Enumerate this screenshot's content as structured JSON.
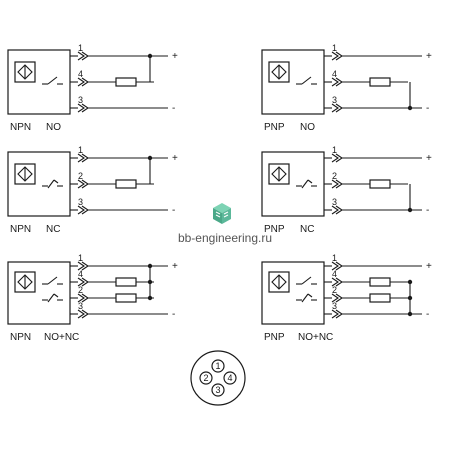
{
  "colors": {
    "ink": "#1a1a1a",
    "watermark_text": "#555555",
    "watermark_logo": "#5bb89a"
  },
  "watermark": {
    "text": "bb-engineering.ru",
    "icon": "cube-logo-icon"
  },
  "symbols": {
    "plus": "+",
    "minus": "-"
  },
  "diagrams": [
    {
      "id": "npn-no",
      "type_label": "NPN",
      "mode_label": "NO",
      "pins": [
        "1",
        "4",
        "3"
      ],
      "supply": "npn",
      "switches": [
        "no"
      ]
    },
    {
      "id": "pnp-no",
      "type_label": "PNP",
      "mode_label": "NO",
      "pins": [
        "1",
        "4",
        "3"
      ],
      "supply": "pnp",
      "switches": [
        "no"
      ]
    },
    {
      "id": "npn-nc",
      "type_label": "NPN",
      "mode_label": "NC",
      "pins": [
        "1",
        "2",
        "3"
      ],
      "supply": "npn",
      "switches": [
        "nc"
      ]
    },
    {
      "id": "pnp-nc",
      "type_label": "PNP",
      "mode_label": "NC",
      "pins": [
        "1",
        "2",
        "3"
      ],
      "supply": "pnp",
      "switches": [
        "nc"
      ]
    },
    {
      "id": "npn-no-nc",
      "type_label": "NPN",
      "mode_label": "NO+NC",
      "pins": [
        "1",
        "4",
        "2",
        "3"
      ],
      "supply": "npn",
      "switches": [
        "no",
        "nc"
      ]
    },
    {
      "id": "pnp-no-nc",
      "type_label": "PNP",
      "mode_label": "NO+NC",
      "pins": [
        "1",
        "4",
        "2",
        "3"
      ],
      "supply": "pnp",
      "switches": [
        "no",
        "nc"
      ]
    }
  ],
  "connector": {
    "pins": [
      "1",
      "2",
      "3",
      "4"
    ]
  }
}
